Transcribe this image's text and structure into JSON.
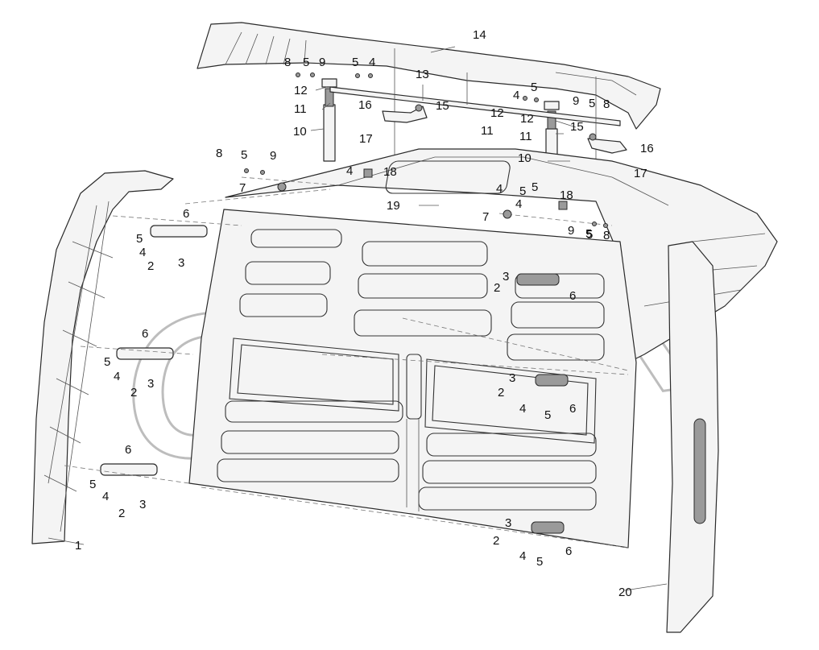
{
  "watermark": "OPEX",
  "callouts": [
    {
      "id": "c-1a",
      "text": "1"
    },
    {
      "id": "c-2a",
      "text": "2"
    },
    {
      "id": "c-2b",
      "text": "2"
    },
    {
      "id": "c-2c",
      "text": "2"
    },
    {
      "id": "c-2d",
      "text": "2"
    },
    {
      "id": "c-2e",
      "text": "2"
    },
    {
      "id": "c-2f",
      "text": "2"
    },
    {
      "id": "c-3a",
      "text": "3"
    },
    {
      "id": "c-3b",
      "text": "3"
    },
    {
      "id": "c-3c",
      "text": "3"
    },
    {
      "id": "c-3d",
      "text": "3"
    },
    {
      "id": "c-3e",
      "text": "3"
    },
    {
      "id": "c-3f",
      "text": "3"
    },
    {
      "id": "c-4a",
      "text": "4"
    },
    {
      "id": "c-4b",
      "text": "4"
    },
    {
      "id": "c-4c",
      "text": "4"
    },
    {
      "id": "c-4d",
      "text": "4"
    },
    {
      "id": "c-4e",
      "text": "4"
    },
    {
      "id": "c-4f",
      "text": "4"
    },
    {
      "id": "c-4g",
      "text": "4"
    },
    {
      "id": "c-4h",
      "text": "4"
    },
    {
      "id": "c-4i",
      "text": "4"
    },
    {
      "id": "c-4j",
      "text": "4"
    },
    {
      "id": "c-5a",
      "text": "5"
    },
    {
      "id": "c-5b",
      "text": "5"
    },
    {
      "id": "c-5c",
      "text": "5"
    },
    {
      "id": "c-5d",
      "text": "5"
    },
    {
      "id": "c-5e",
      "text": "5"
    },
    {
      "id": "c-5f",
      "text": "5"
    },
    {
      "id": "c-5g",
      "text": "5"
    },
    {
      "id": "c-5h",
      "text": "5"
    },
    {
      "id": "c-5i",
      "text": "5"
    },
    {
      "id": "c-5j",
      "text": "5"
    },
    {
      "id": "c-5k",
      "text": "5"
    },
    {
      "id": "c-5l",
      "text": "5"
    },
    {
      "id": "c-5m",
      "text": "5"
    },
    {
      "id": "c-5n",
      "text": "5"
    },
    {
      "id": "c-6a",
      "text": "6"
    },
    {
      "id": "c-6b",
      "text": "6"
    },
    {
      "id": "c-6c",
      "text": "6"
    },
    {
      "id": "c-6d",
      "text": "6"
    },
    {
      "id": "c-6e",
      "text": "6"
    },
    {
      "id": "c-6f",
      "text": "6"
    },
    {
      "id": "c-7a",
      "text": "7"
    },
    {
      "id": "c-7b",
      "text": "7"
    },
    {
      "id": "c-8a",
      "text": "8"
    },
    {
      "id": "c-8b",
      "text": "8"
    },
    {
      "id": "c-8c",
      "text": "8"
    },
    {
      "id": "c-8d",
      "text": "8"
    },
    {
      "id": "c-9a",
      "text": "9"
    },
    {
      "id": "c-9b",
      "text": "9"
    },
    {
      "id": "c-9c",
      "text": "9"
    },
    {
      "id": "c-9d",
      "text": "9"
    },
    {
      "id": "c-10a",
      "text": "10"
    },
    {
      "id": "c-10b",
      "text": "10"
    },
    {
      "id": "c-11a",
      "text": "11"
    },
    {
      "id": "c-11b",
      "text": "11"
    },
    {
      "id": "c-11c",
      "text": "11"
    },
    {
      "id": "c-12a",
      "text": "12"
    },
    {
      "id": "c-12b",
      "text": "12"
    },
    {
      "id": "c-12c",
      "text": "12"
    },
    {
      "id": "c-13a",
      "text": "13"
    },
    {
      "id": "c-14a",
      "text": "14"
    },
    {
      "id": "c-15a",
      "text": "15"
    },
    {
      "id": "c-15b",
      "text": "15"
    },
    {
      "id": "c-16a",
      "text": "16"
    },
    {
      "id": "c-16b",
      "text": "16"
    },
    {
      "id": "c-17a",
      "text": "17"
    },
    {
      "id": "c-17b",
      "text": "17"
    },
    {
      "id": "c-18a",
      "text": "18"
    },
    {
      "id": "c-18b",
      "text": "18"
    },
    {
      "id": "c-19a",
      "text": "19"
    },
    {
      "id": "c-20a",
      "text": "20"
    }
  ]
}
